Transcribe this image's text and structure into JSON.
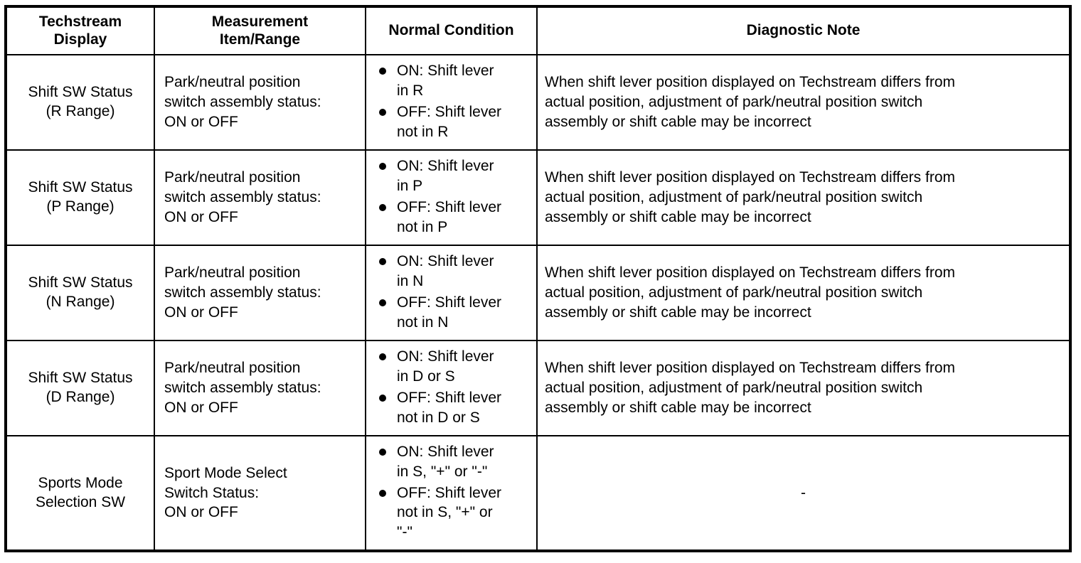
{
  "table": {
    "headers": [
      {
        "line1": "Techstream",
        "line2": "Display"
      },
      {
        "line1": "Measurement",
        "line2": "Item/Range"
      },
      {
        "line1": "Normal Condition",
        "line2": ""
      },
      {
        "line1": "Diagnostic Note",
        "line2": ""
      }
    ],
    "rows": [
      {
        "display": {
          "line1": "Shift SW Status",
          "line2": "(R Range)"
        },
        "measurement": {
          "line1": "Park/neutral position",
          "line2": "switch assembly status:",
          "line3": "ON or OFF"
        },
        "condition": [
          {
            "line1": "ON: Shift lever",
            "line2": "in R"
          },
          {
            "line1": "OFF: Shift lever",
            "line2": "not in R"
          }
        ],
        "note": {
          "line1": "When shift lever position displayed on Techstream differs from",
          "line2": "actual position, adjustment of park/neutral position switch",
          "line3": "assembly or shift cable may be incorrect"
        }
      },
      {
        "display": {
          "line1": "Shift SW Status",
          "line2": "(P Range)"
        },
        "measurement": {
          "line1": "Park/neutral position",
          "line2": "switch assembly status:",
          "line3": "ON or OFF"
        },
        "condition": [
          {
            "line1": "ON: Shift lever",
            "line2": "in P"
          },
          {
            "line1": "OFF: Shift lever",
            "line2": "not in P"
          }
        ],
        "note": {
          "line1": "When shift lever position displayed on Techstream differs from",
          "line2": "actual position, adjustment of park/neutral position switch",
          "line3": "assembly or shift cable may be incorrect"
        }
      },
      {
        "display": {
          "line1": "Shift SW Status",
          "line2": "(N Range)"
        },
        "measurement": {
          "line1": "Park/neutral position",
          "line2": "switch assembly status:",
          "line3": "ON or OFF"
        },
        "condition": [
          {
            "line1": "ON: Shift lever",
            "line2": "in N"
          },
          {
            "line1": "OFF: Shift lever",
            "line2": "not in N"
          }
        ],
        "note": {
          "line1": "When shift lever position displayed on Techstream differs from",
          "line2": "actual position, adjustment of park/neutral position switch",
          "line3": "assembly or shift cable may be incorrect"
        }
      },
      {
        "display": {
          "line1": "Shift SW Status",
          "line2": "(D Range)"
        },
        "measurement": {
          "line1": "Park/neutral position",
          "line2": "switch assembly status:",
          "line3": "ON or OFF"
        },
        "condition": [
          {
            "line1": "ON: Shift lever",
            "line2": "in D or S"
          },
          {
            "line1": "OFF: Shift lever",
            "line2": "not in D or S"
          }
        ],
        "note": {
          "line1": "When shift lever position displayed on Techstream differs from",
          "line2": "actual position, adjustment of park/neutral position switch",
          "line3": "assembly or shift cable may be incorrect"
        }
      },
      {
        "display": {
          "line1": "Sports Mode",
          "line2": "Selection SW"
        },
        "measurement": {
          "line1": "Sport Mode Select",
          "line2": "Switch Status:",
          "line3": "ON or OFF"
        },
        "condition": [
          {
            "line1": "ON: Shift lever",
            "line2": "in S, \"+\" or \"-\""
          },
          {
            "line1": "OFF: Shift lever",
            "line2": "not in S, \"+\" or",
            "line3": "\"-\""
          }
        ],
        "note": {
          "line1": "-",
          "line2": "",
          "line3": ""
        }
      }
    ]
  },
  "colors": {
    "border": "#000000",
    "text": "#000000",
    "background": "#ffffff"
  }
}
